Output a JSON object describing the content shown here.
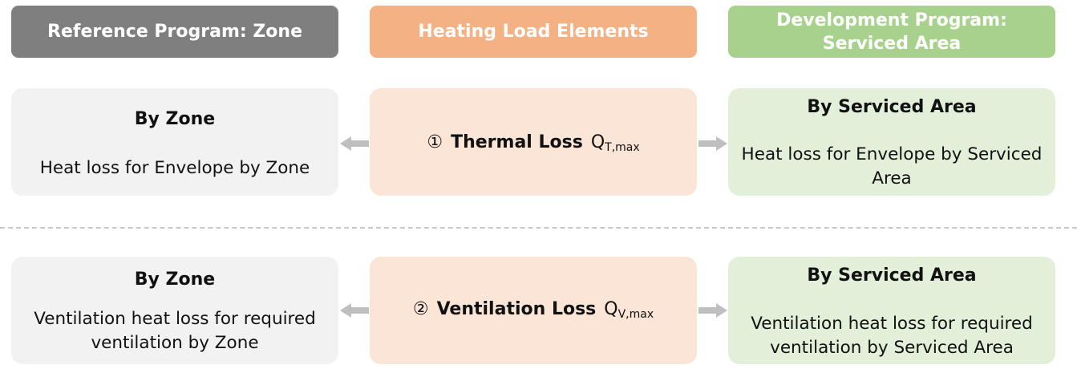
{
  "headers": {
    "reference": "Reference Program: Zone",
    "heating": "Heating Load Elements",
    "development_line1": "Development Program:",
    "development_line2": "Serviced Area"
  },
  "row1": {
    "left_title": "By Zone",
    "left_desc": "Heat loss for Envelope by Zone",
    "center_num": "①",
    "center_label": "Thermal Loss",
    "center_symbol": "Q",
    "center_sub": "T,max",
    "right_title": "By Serviced Area",
    "right_desc_line1": "Heat loss for Envelope by Serviced",
    "right_desc_line2": "Area"
  },
  "row2": {
    "left_title": "By Zone",
    "left_desc_line1": "Ventilation heat loss for required",
    "left_desc_line2": "ventilation by Zone",
    "center_num": "②",
    "center_label": "Ventilation Loss",
    "center_symbol": "Q",
    "center_sub": "V,max",
    "right_title": "By Serviced Area",
    "right_desc_line1": "Ventilation heat loss for required",
    "right_desc_line2": "ventilation by Serviced Area"
  },
  "colors": {
    "reference_header": "#7f7f7f",
    "heating_header": "#f4b183",
    "development_header": "#a9d18e",
    "reference_box": "#f2f2f2",
    "heating_box": "#fbe5d6",
    "development_box": "#e2f0d9",
    "arrow": "#bfbfbf"
  }
}
